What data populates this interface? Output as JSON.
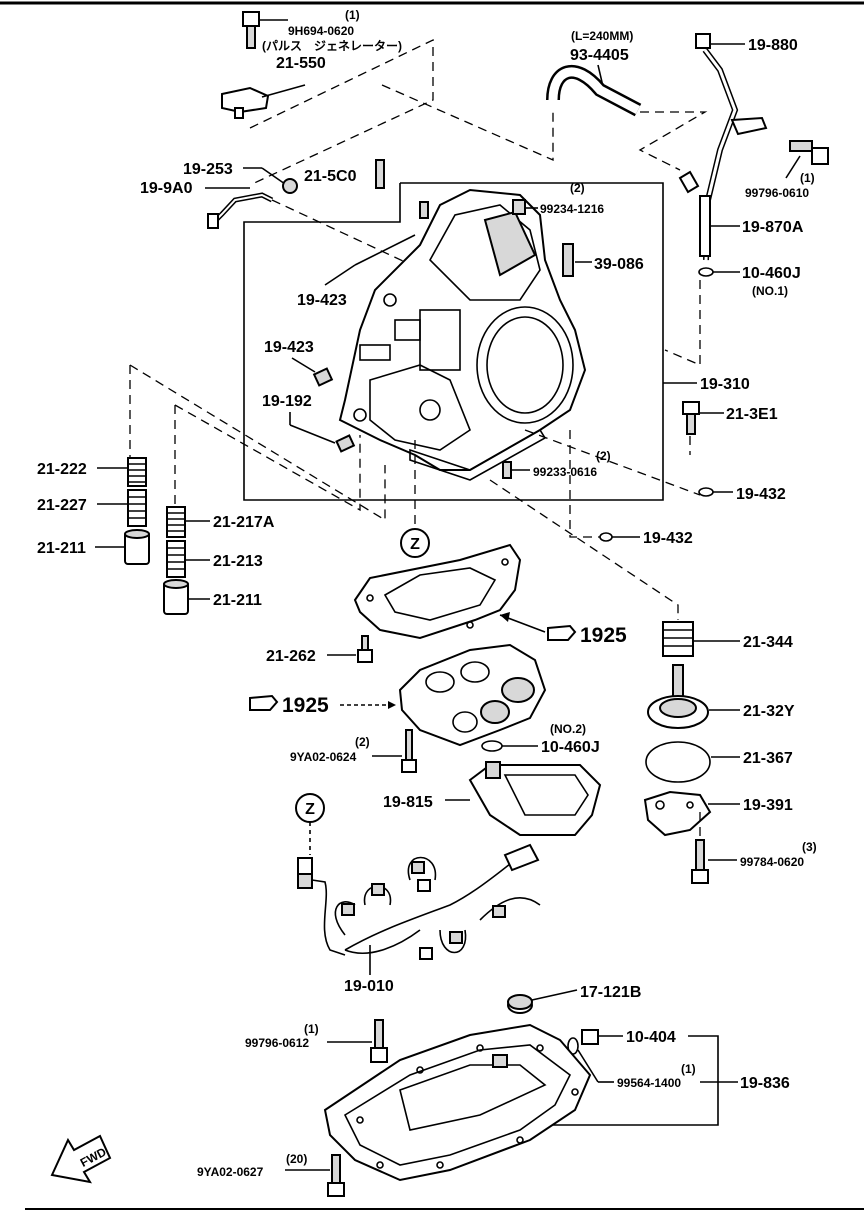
{
  "callouts": {
    "p9h694": "9H694-0620",
    "p9h694_qty": "(1)",
    "p9h694_note": "(パルス　ジェネレーター)",
    "p21_550": "21-550",
    "p93_len": "(L=240MM)",
    "p93_4405": "93-4405",
    "p19_880": "19-880",
    "p99796_0610": "99796-0610",
    "p99796_0610_qty": "(1)",
    "p19_253": "19-253",
    "p21_5c0": "21-5C0",
    "p19_9a0": "19-9A0",
    "p99234_1216": "99234-1216",
    "p99234_1216_qty": "(2)",
    "p19_870a": "19-870A",
    "p39_086": "39-086",
    "p10_460j_top": "10-460J",
    "p10_460j_top_note": "(NO.1)",
    "p19_423a": "19-423",
    "p19_423b": "19-423",
    "p19_310": "19-310",
    "p21_3e1": "21-3E1",
    "p19_192": "19-192",
    "p99233_0616": "99233-0616",
    "p99233_0616_qty": "(2)",
    "p21_222": "21-222",
    "p19_432a": "19-432",
    "p21_227": "21-227",
    "p21_217a": "21-217A",
    "p19_432b": "19-432",
    "p21_211a": "21-211",
    "p21_213": "21-213",
    "p21_211b": "21-211",
    "p1925a": "1925",
    "p21_262": "21-262",
    "p21_344": "21-344",
    "p1925b": "1925",
    "p21_32y": "21-32Y",
    "p10_460j_bot_note": "(NO.2)",
    "p10_460j_bot": "10-460J",
    "p9ya02_0624_qty": "(2)",
    "p9ya02_0624": "9YA02-0624",
    "p21_367": "21-367",
    "p19_815": "19-815",
    "p19_391": "19-391",
    "p99784_0620_qty": "(3)",
    "p99784_0620": "99784-0620",
    "p19_010": "19-010",
    "p17_121b": "17-121B",
    "p99796_0612_qty": "(1)",
    "p99796_0612": "99796-0612",
    "p10_404": "10-404",
    "p99564_qty": "(1)",
    "p99564_1400": "99564-1400",
    "p19_836": "19-836",
    "p9ya02_0627_qty": "(20)",
    "p9ya02_0627": "9YA02-0627",
    "z_marker": "Z",
    "fwd": "FWD"
  }
}
